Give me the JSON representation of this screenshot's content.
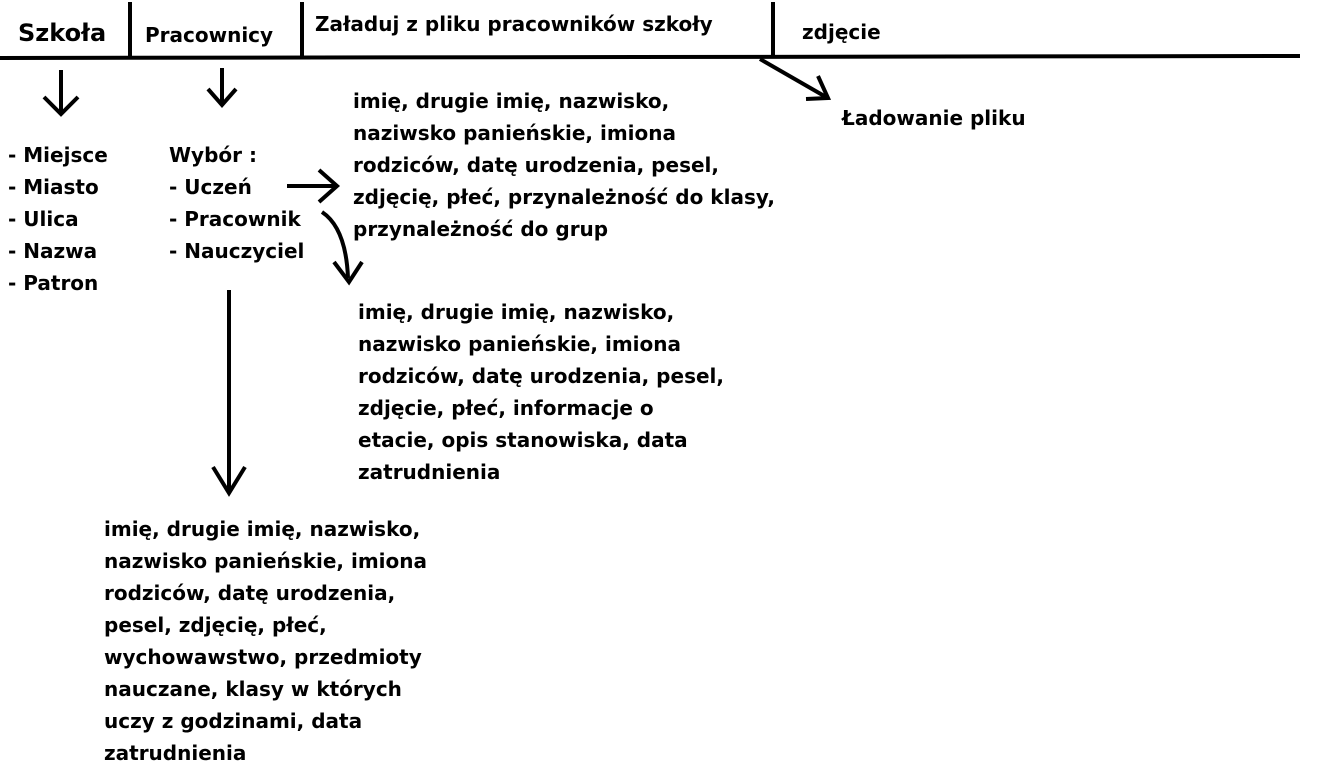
{
  "menu": {
    "items": [
      {
        "label": "Szkoła"
      },
      {
        "label": "Pracownicy"
      },
      {
        "label": "Załaduj z pliku pracowników szkoły"
      },
      {
        "label": "zdjęcie"
      }
    ]
  },
  "school_fields": [
    "- Miejsce",
    "- Miasto",
    "- Ulica",
    "- Nazwa",
    "- Patron"
  ],
  "choice": {
    "title": "Wybór :",
    "options": [
      "- Uczeń",
      "- Pracownik",
      "- Nauczyciel"
    ]
  },
  "student_fields": [
    "imię, drugie imię, nazwisko,",
    "naziwsko panieńskie, imiona",
    "rodziców, datę urodzenia, pesel,",
    "zdjęcię, płeć, przynależność do klasy,",
    "przynależność do grup"
  ],
  "employee_fields": [
    "imię, drugie imię, nazwisko,",
    "nazwisko panieńskie, imiona",
    "rodziców, datę urodzenia, pesel,",
    "zdjęcie, płeć, informacje o",
    "etacie, opis stanowiska, data",
    "zatrudnienia"
  ],
  "teacher_fields": [
    "imię, drugie imię, nazwisko,",
    "nazwisko panieńskie, imiona",
    "rodziców, datę urodzenia,",
    "pesel, zdjęcię, płeć,",
    "wychowawstwo, przedmioty",
    "nauczane, klasy w których",
    "uczy z godzinami, data",
    "zatrudnienia"
  ],
  "file_loading": "Ładowanie pliku"
}
